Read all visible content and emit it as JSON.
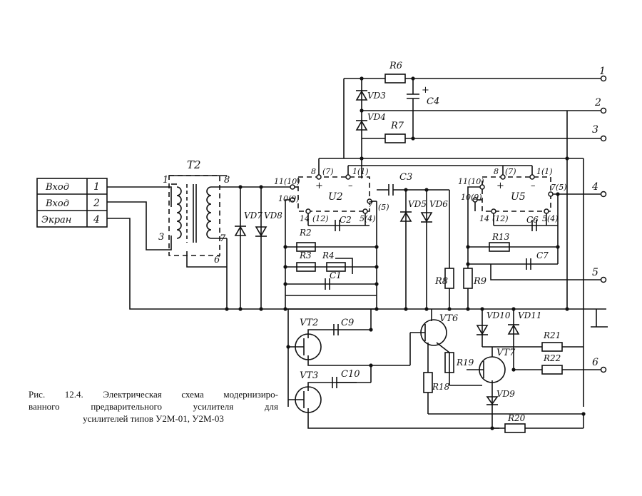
{
  "inputs": [
    {
      "label": "Вход",
      "pin": "1"
    },
    {
      "label": "Вход",
      "pin": "2"
    },
    {
      "label": "Экран",
      "pin": "4"
    }
  ],
  "transformer": {
    "ref": "T2",
    "pins": [
      "1",
      "3",
      "8",
      "7",
      "6"
    ]
  },
  "components": {
    "R6": "R6",
    "R7": "R7",
    "R2": "R2",
    "R3": "R3",
    "R4": "R4",
    "R8": "R8",
    "R9": "R9",
    "R13": "R13",
    "R18": "R18",
    "R19": "R19",
    "R20": "R20",
    "R21": "R21",
    "R22": "R22",
    "C1": "C1",
    "C2": "C2",
    "C3": "C3",
    "C4": "C4",
    "C6": "C6",
    "C7": "C7",
    "C9": "C9",
    "C10": "C10",
    "VD3": "VD3",
    "VD4": "VD4",
    "VD5": "VD5",
    "VD6": "VD6",
    "VD7": "VD7",
    "VD8": "VD8",
    "VD9": "VD9",
    "VD10": "VD10",
    "VD11": "VD11",
    "VT2": "VT2",
    "VT3": "VT3",
    "VT6": "VT6",
    "VT7": "VT7",
    "U2": "U2",
    "U5": "U5"
  },
  "u2_pins": {
    "p8": "8",
    "p7": "(7)",
    "p1": "1(1)",
    "p11": "11(10)",
    "p10": "10(9)",
    "p14": "14",
    "p12": "(12)",
    "p5": "5(4)",
    "p7r": "7",
    "p5r": "(5)",
    "plus": "+",
    "minus": "–"
  },
  "u5_pins": {
    "p8": "8",
    "p7": "(7)",
    "p1": "1(1)",
    "p11": "11(10)",
    "p10": "10(9)",
    "p14": "14",
    "p12": "(12)",
    "p5": "5(4)",
    "p7r": "7(5)",
    "plus": "+",
    "minus": "–"
  },
  "outputs": [
    "1",
    "2",
    "3",
    "4",
    "5",
    "6"
  ],
  "c4_polarity": "+",
  "caption": {
    "line1": "Рис. 12.4. Электрическая схема модернизиро-",
    "line2": "ванного предварительного усилителя для",
    "line3": "усилителей типов У2М-01, У2М-03"
  }
}
